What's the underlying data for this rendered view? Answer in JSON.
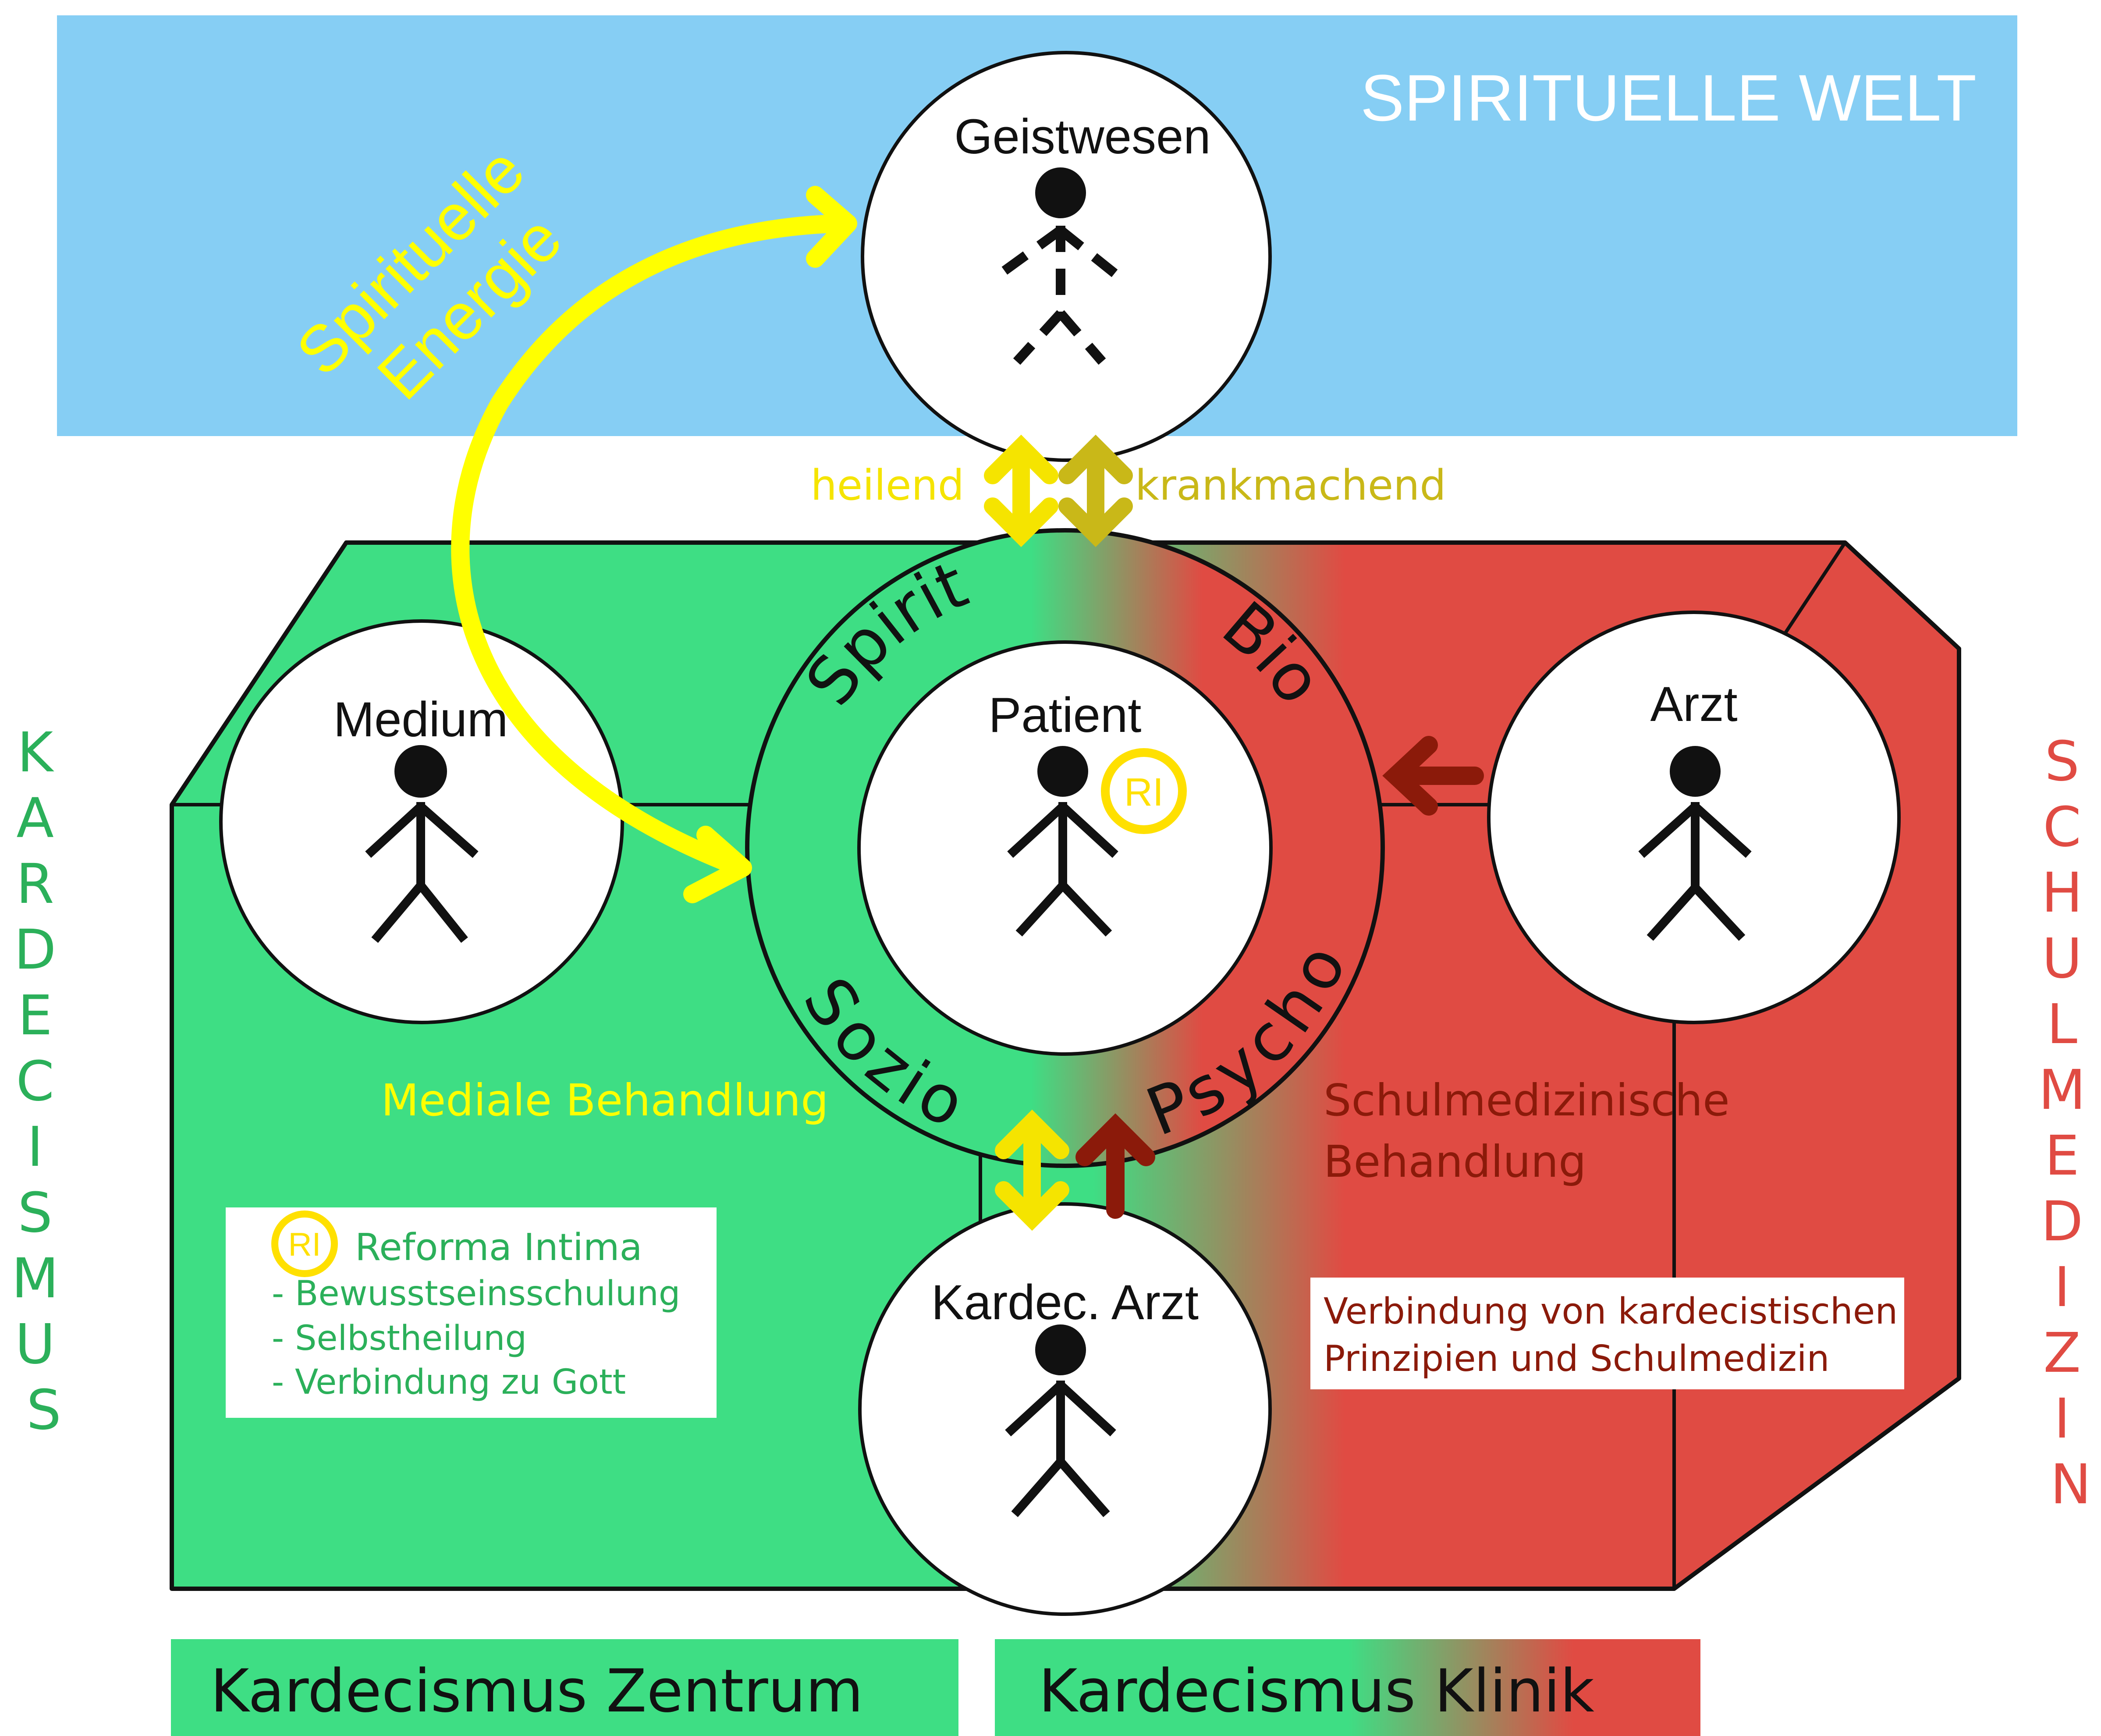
{
  "colors": {
    "sky": "#86CEF4",
    "green": "#3EDE84",
    "red": "#E04B43",
    "yellow": "#FFFF00",
    "olive": "#C9B818",
    "dark_red": "#8B1A0A",
    "label_green": "#2BB05A",
    "label_red": "#E04B43"
  },
  "spiritual_world": {
    "title": "SPIRITUELLE WELT",
    "energy_line1": "Spirituelle",
    "energy_line2": "Energie"
  },
  "figures": {
    "spirit_being": "Geistwesen",
    "medium": "Medium",
    "patient": "Patient",
    "doctor": "Arzt",
    "kardec_doctor": "Kardec. Arzt"
  },
  "patient_ring": {
    "spirit": "Spirit",
    "bio": "Bio",
    "sozio": "Sozio",
    "psycho": "Psycho",
    "badge": "RI"
  },
  "flows": {
    "healing": "heilend",
    "sickening": "krankmachend"
  },
  "treatments": {
    "medial": "Mediale Behandlung",
    "conventional_line1": "Schulmedizinische",
    "conventional_line2": "Behandlung"
  },
  "legend_box": {
    "badge": "RI",
    "title": "Reforma Intima",
    "items": [
      "- Bewusstseinsschulung",
      "- Selbstheilung",
      "- Verbindung zu Gott"
    ]
  },
  "combination_box": {
    "line1": "Verbindung von kardecistischen",
    "line2": "Prinzipien und Schulmedizin"
  },
  "side_labels": {
    "left": [
      "K",
      "A",
      "R",
      "D",
      "E",
      "C",
      "I",
      "S",
      "M",
      "U",
      "S"
    ],
    "right": [
      "S",
      "C",
      "H",
      "U",
      "L",
      "M",
      "E",
      "D",
      "I",
      "Z",
      "I",
      "N"
    ]
  },
  "footer": {
    "left": "Kardecismus Zentrum",
    "right": "Kardecismus Klinik"
  }
}
